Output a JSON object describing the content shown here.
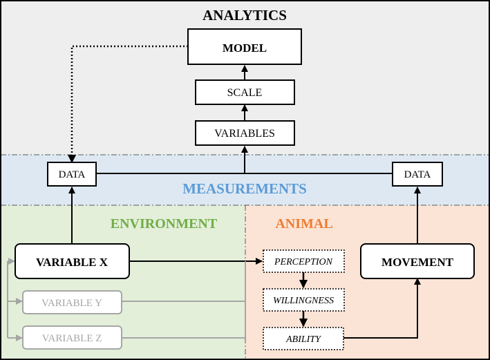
{
  "regions": {
    "analytics": {
      "title": "ANALYTICS",
      "fill": "#eeeeee"
    },
    "measurements": {
      "title": "MEASUREMENTS",
      "fill": "#dde8f3",
      "title_color": "#5b9bd5"
    },
    "environment": {
      "title": "ENVIRONMENT",
      "fill": "#e3efd9",
      "title_color": "#70ad47"
    },
    "animal": {
      "title": "ANIMAL",
      "fill": "#fbe4d6",
      "title_color": "#ed7d31"
    }
  },
  "boxes": {
    "model": "MODEL",
    "scale": "SCALE",
    "variables": "VARIABLES",
    "data_left": "DATA",
    "data_right": "DATA",
    "variable_x": "VARIABLE X",
    "variable_y": "VARIABLE Y",
    "variable_z": "VARIABLE Z",
    "perception": "PERCEPTION",
    "willingness": "WILLINGNESS",
    "ability": "ABILITY",
    "movement": "MOVEMENT"
  },
  "colors": {
    "stroke": "#000000",
    "muted": "#a6a6a6",
    "box_fill": "#ffffff",
    "divider": "#595959"
  }
}
